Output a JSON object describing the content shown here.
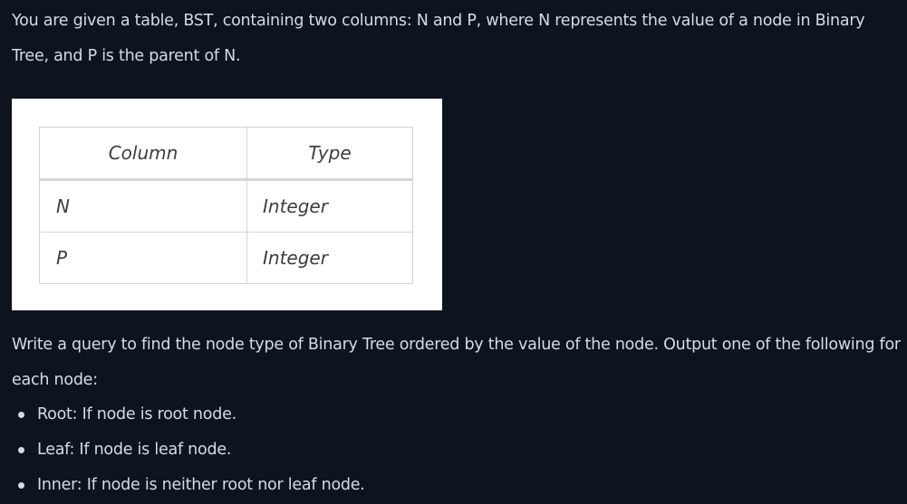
{
  "intro": "You are given a table, BST, containing two columns: N and P, where N represents the value of a node in Binary Tree, and P is the parent of N.",
  "schema_table": {
    "headers": [
      "Column",
      "Type"
    ],
    "rows": [
      {
        "column": "N",
        "type": "Integer"
      },
      {
        "column": "P",
        "type": "Integer"
      }
    ]
  },
  "task": "Write a query to find the node type of Binary Tree ordered by the value of the node. Output one of the following for each node:",
  "node_types": [
    "Root: If node is root node.",
    "Leaf: If node is leaf node.",
    "Inner: If node is neither root nor leaf node."
  ]
}
